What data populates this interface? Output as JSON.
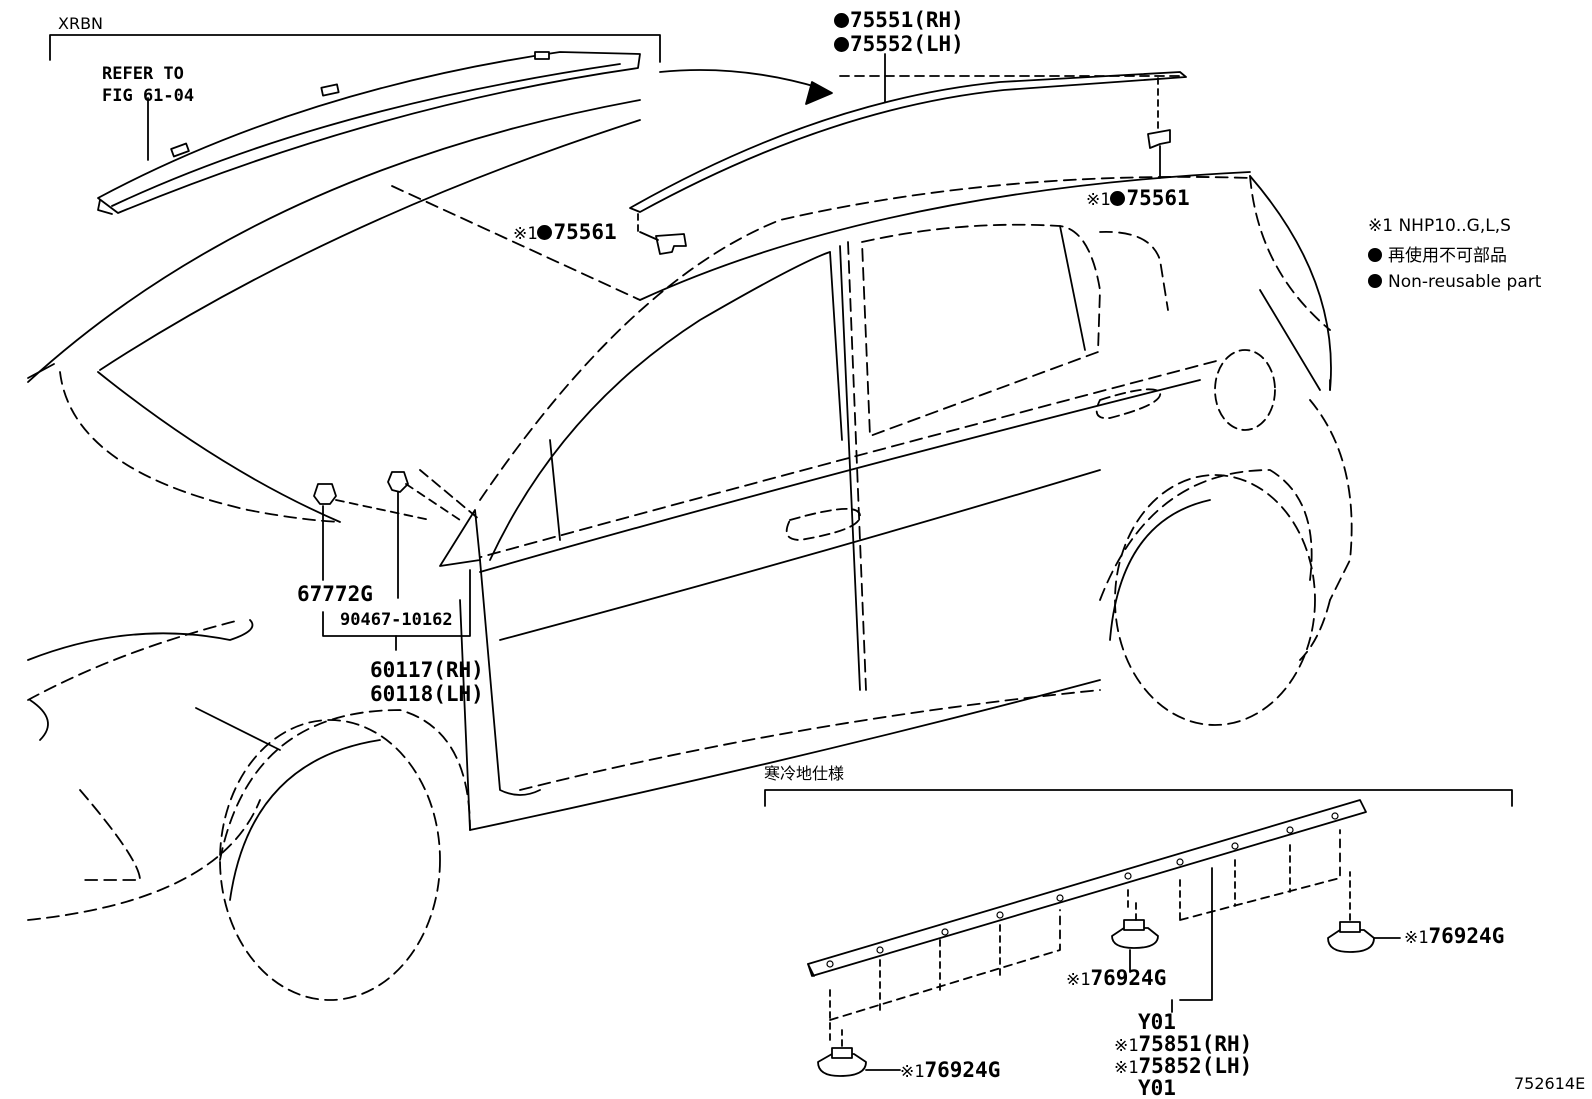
{
  "header": {
    "group_label": "XRBN",
    "refer_line1": "REFER TO",
    "refer_line2": "FIG 61-04"
  },
  "roof_molding": {
    "rh": "75551(RH)",
    "lh": "75552(LH)"
  },
  "clips_75561": {
    "note_mark": "※1",
    "part_no": "75561"
  },
  "mirror_area": {
    "part_a": "67772G",
    "part_b": "90467-10162",
    "rh": "60117(RH)",
    "lh": "60118(LH)"
  },
  "cold_area": {
    "label": "寒冷地仕様"
  },
  "rocker": {
    "clip_mark": "※1",
    "clip_no": "76924G",
    "y01_top": "Y01",
    "rh": "75851(RH)",
    "lh": "75852(LH)",
    "y01_bottom": "Y01"
  },
  "legend": {
    "note": "※1 NHP10..G,L,S",
    "jp": "再使用不可部品",
    "en": "Non-reusable part"
  },
  "figure_id": "752614E",
  "colors": {
    "line": "#000000",
    "background": "#ffffff"
  },
  "icons": {
    "non_reusable": "filled-circle-icon"
  }
}
